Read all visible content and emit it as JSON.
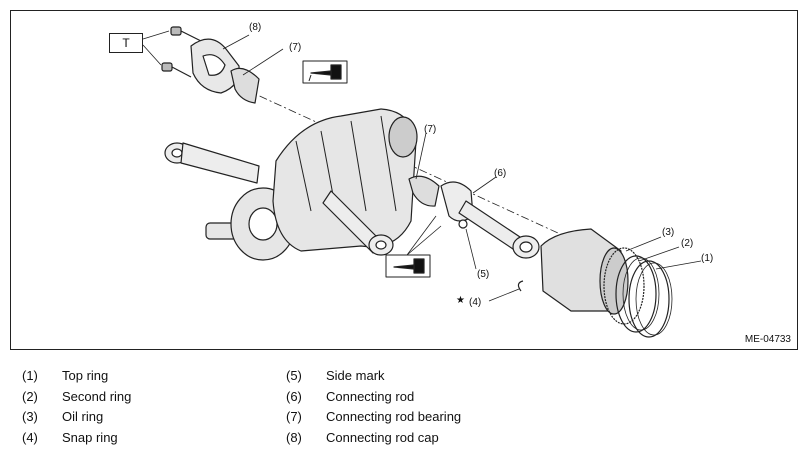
{
  "figure": {
    "torque_tag": "T",
    "doc_ref": "ME-04733",
    "callouts": {
      "c8": "(8)",
      "c7a": "(7)",
      "c7b": "(7)",
      "c6": "(6)",
      "c5": "(5)",
      "c4": "(4)",
      "c3": "(3)",
      "c2": "(2)",
      "c1": "(1)"
    },
    "star_symbol": "★"
  },
  "legend": {
    "left": [
      {
        "num": "(1)",
        "text": "Top ring"
      },
      {
        "num": "(2)",
        "text": "Second ring"
      },
      {
        "num": "(3)",
        "text": "Oil ring"
      },
      {
        "num": "(4)",
        "text": "Snap ring"
      }
    ],
    "right": [
      {
        "num": "(5)",
        "text": "Side mark"
      },
      {
        "num": "(6)",
        "text": "Connecting rod"
      },
      {
        "num": "(7)",
        "text": "Connecting rod bearing"
      },
      {
        "num": "(8)",
        "text": "Connecting rod cap"
      }
    ]
  }
}
